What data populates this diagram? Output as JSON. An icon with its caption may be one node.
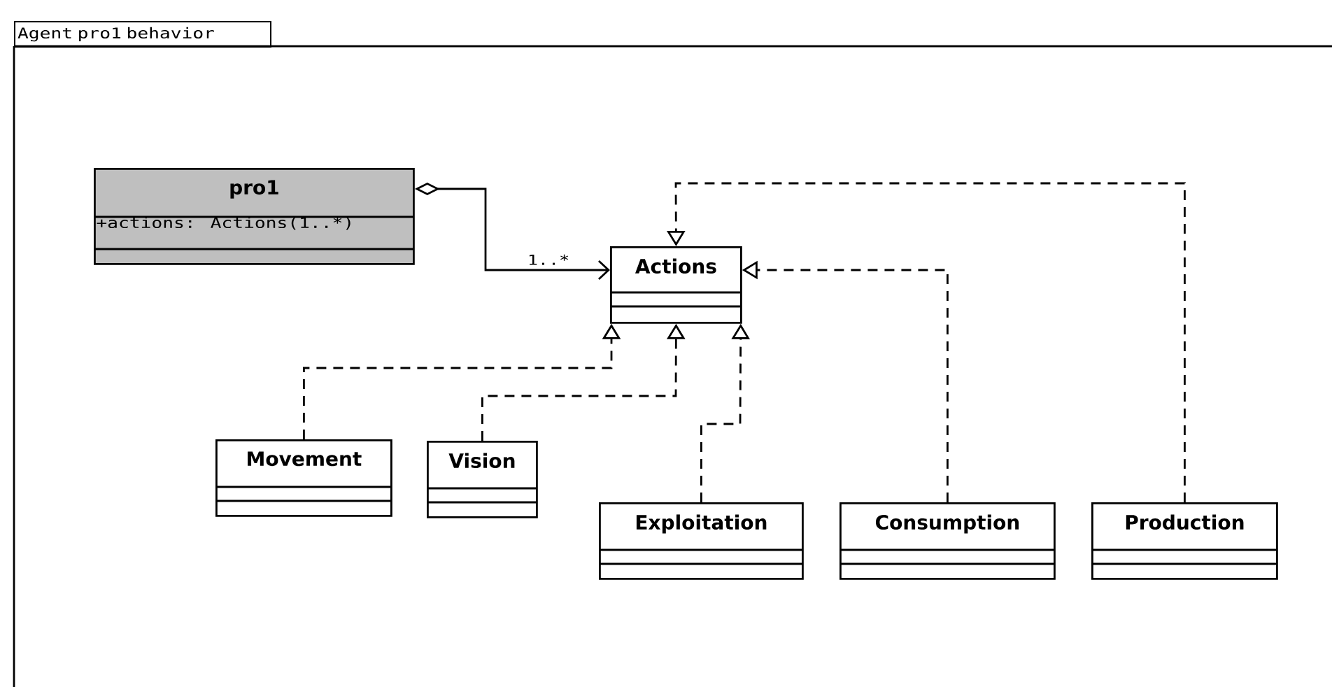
{
  "diagram": {
    "nodes": [
      {
        "text": [
          "Agent pro1 behavior"
        ]
      },
      {
        "text": [
          "pro1",
          "+actions: Actions(1..*)"
        ],
        "in": 0
      },
      {
        "text": [
          "Actions"
        ],
        "in": 0
      },
      {
        "text": [
          "Movement"
        ],
        "in": 0
      },
      {
        "text": [
          "Vision"
        ],
        "in": 0
      },
      {
        "text": [
          "Exploitation"
        ],
        "in": 0
      },
      {
        "text": [
          "Consumption"
        ],
        "in": 0
      },
      {
        "text": [
          "Production"
        ],
        "in": 0
      }
    ],
    "edges": [
      {
        "from": 1,
        "to": 2,
        "arrow": "to",
        "label": "1..*"
      },
      {
        "from": 3,
        "to": 2,
        "arrow": "to",
        "style": "dashed"
      },
      {
        "from": 4,
        "to": 2,
        "arrow": "to",
        "style": "dashed"
      },
      {
        "from": 5,
        "to": 2,
        "arrow": "to",
        "style": "dashed"
      },
      {
        "from": 6,
        "to": 2,
        "arrow": "to",
        "style": "dashed"
      },
      {
        "from": 7,
        "to": 2,
        "arrow": "to",
        "style": "dashed"
      }
    ]
  }
}
